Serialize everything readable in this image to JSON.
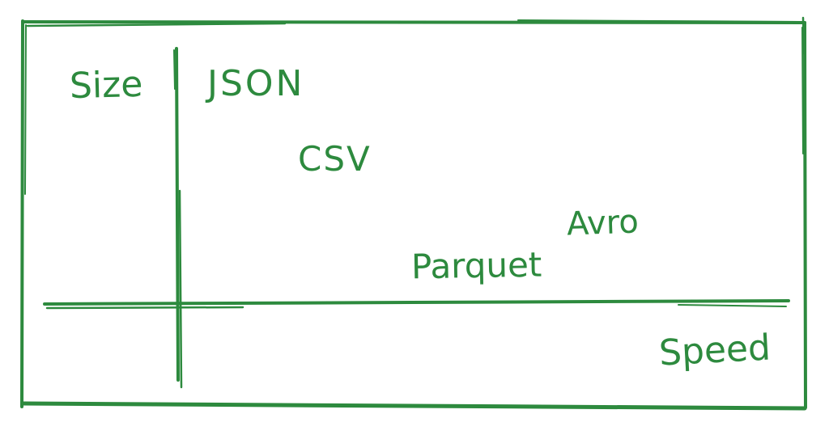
{
  "colors": {
    "ink": "#2d8a3e",
    "background": "#ffffff"
  },
  "chart_data": {
    "type": "scatter",
    "title": "",
    "xlabel": "Speed",
    "ylabel": "Size",
    "grid": false,
    "legend": false,
    "style": "hand-drawn-sketch",
    "axes": {
      "x_range": [
        0,
        1
      ],
      "y_range": [
        0,
        1
      ],
      "ticks": "none"
    },
    "points": [
      {
        "label": "JSON",
        "x": 0.13,
        "y": 0.84
      },
      {
        "label": "CSV",
        "x": 0.26,
        "y": 0.55
      },
      {
        "label": "Avro",
        "x": 0.71,
        "y": 0.29
      },
      {
        "label": "Parquet",
        "x": 0.51,
        "y": 0.12
      }
    ]
  }
}
